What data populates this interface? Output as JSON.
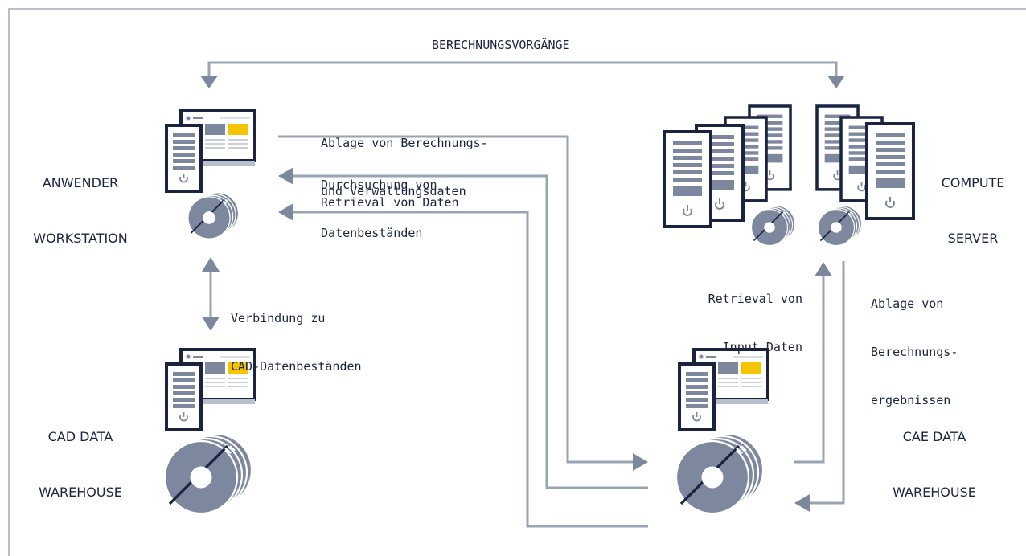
{
  "header": {
    "title": "BERECHNUNGSVORGÄNGE"
  },
  "nodes": {
    "anwender": {
      "line1": "ANWENDER",
      "line2": "WORKSTATION"
    },
    "compute": {
      "line1": "COMPUTE",
      "line2": "SERVER"
    },
    "cad": {
      "line1": "CAD DATA",
      "line2": "WAREHOUSE"
    },
    "cae": {
      "line1": "CAE DATA",
      "line2": "WAREHOUSE"
    }
  },
  "flows": {
    "ablage_line1": "Ablage von Berechnungs-",
    "ablage_line2": "und Verwaltungsdaten",
    "durchsuchung_line1": "Durchsuchung von",
    "durchsuchung_line2": "Datenbeständen",
    "retrieval": "Retrieval von Daten",
    "verbindung_line1": "Verbindung zu",
    "verbindung_line2": "CAD-Datenbeständen",
    "retrieval_input_line1": "Retrieval von",
    "retrieval_input_line2": "Input Daten",
    "ablage_ergebnisse_line1": "Ablage von",
    "ablage_ergebnisse_line2": "Berechnungs-",
    "ablage_ergebnisse_line3": "ergebnissen"
  },
  "icons": {
    "workstation": "workstation-icon",
    "server": "server-icon",
    "storage": "disk-stack-icon",
    "power": "power-icon"
  },
  "colors": {
    "navy": "#1a2440",
    "slate": "#7d889e",
    "line": "#9aa3b4",
    "accent": "#f6c400",
    "frame": "#b9c0cb"
  }
}
